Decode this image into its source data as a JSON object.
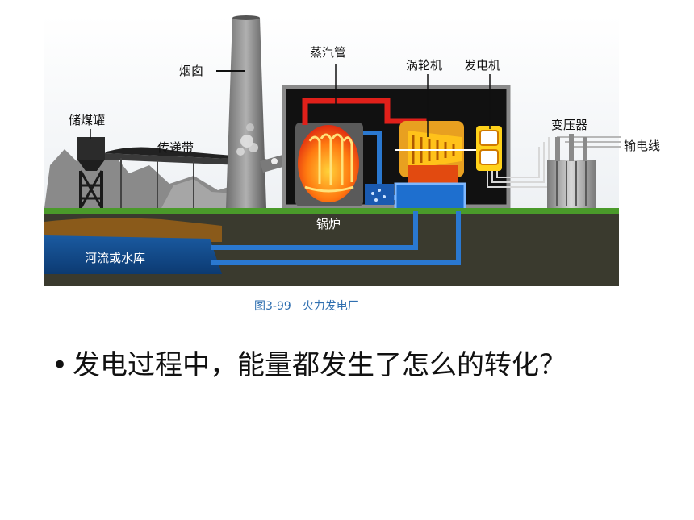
{
  "diagram": {
    "labels": {
      "chimney": "烟囱",
      "steam_pipe": "蒸汽管",
      "turbine": "涡轮机",
      "generator": "发电机",
      "coal_silo": "储煤罐",
      "conveyor": "传递带",
      "transformer": "变压器",
      "power_line": "输电线",
      "boiler": "锅炉",
      "river": "河流或水库"
    },
    "caption": "图3-99　火力发电厂"
  },
  "bullet": {
    "symbol": "•",
    "text": "发电过程中，能量都发生了怎么的转化？"
  },
  "colors": {
    "steam": "#e0201a",
    "water": "#2a78d0",
    "ground": "#3a3a2e",
    "grass": "#4a9a2a",
    "caption": "#2f6fb0"
  }
}
